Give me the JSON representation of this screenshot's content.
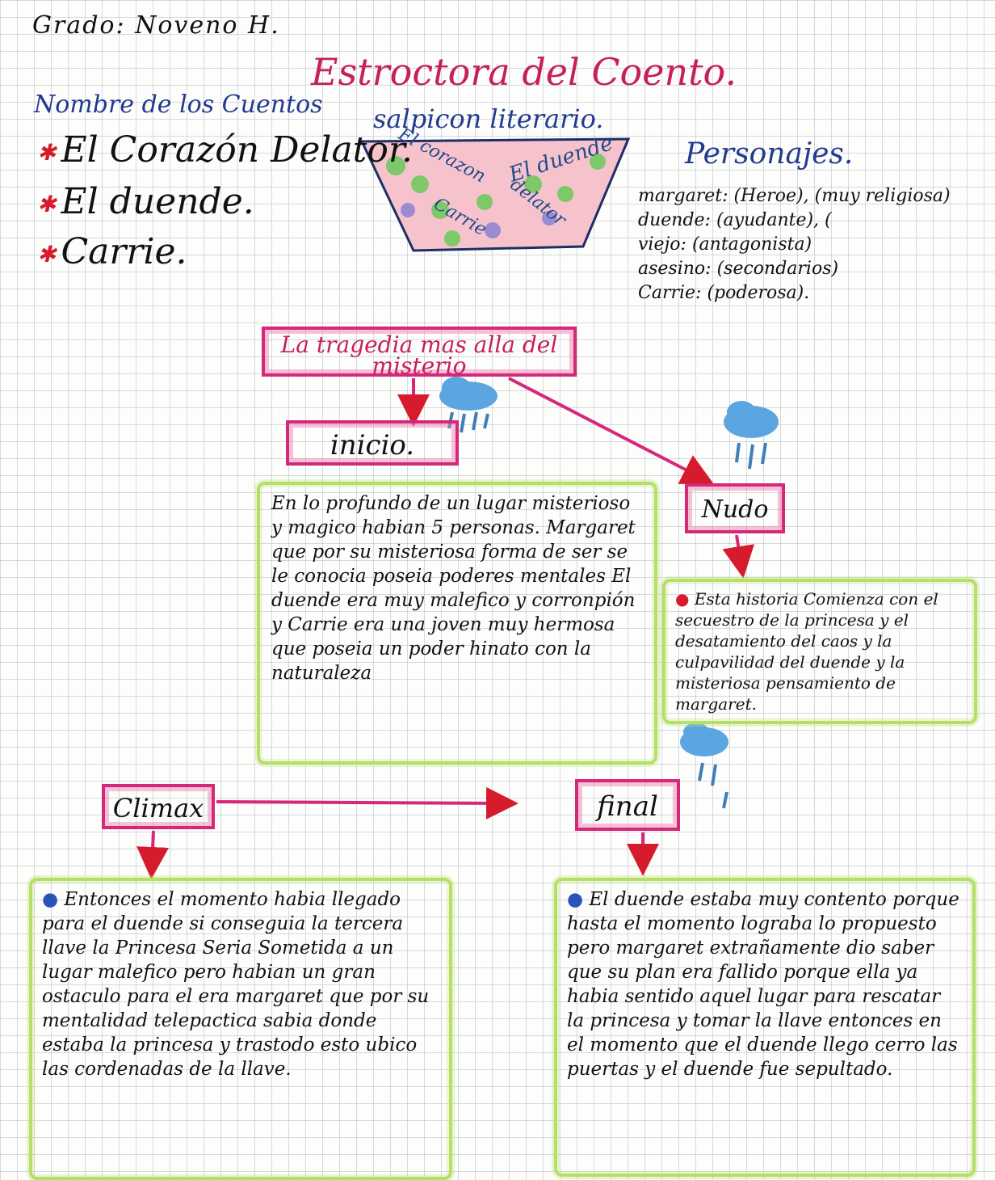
{
  "header": {
    "grade": "Grado: Noveno H.",
    "title": "Estroctora del Coento."
  },
  "stories": {
    "heading": "Nombre de los Cuentos",
    "items": [
      "El Corazón Delator.",
      "El duende.",
      "Carrie."
    ]
  },
  "salpicon": {
    "label": "salpicon literario.",
    "bowl_words": [
      "El corazon",
      "El duende",
      "delator",
      "Carrie"
    ]
  },
  "characters": {
    "heading": "Personajes.",
    "items": [
      "margaret: (Heroe), (muy religiosa)",
      "duende: (ayudante), (",
      "viejo: (antagonista)",
      "asesino: (secondarios)",
      "Carrie: (poderosa)."
    ]
  },
  "central": {
    "title": "La tragedia mas alla del misterio"
  },
  "inicio": {
    "label": "inicio.",
    "text": "En lo profundo de un lugar misterioso y magico habian 5 personas. Margaret que por su misteriosa forma de ser se le conocia poseia poderes mentales El duende era muy malefico y corronpión y Carrie era una joven muy hermosa que poseia un poder hinato con la naturaleza"
  },
  "nudo": {
    "label": "Nudo",
    "text": "Esta historia Comienza con el secuestro de la princesa y el desatamiento del caos y la culpavilidad del duende y la misteriosa pensamiento de margaret."
  },
  "climax": {
    "label": "Climax",
    "text": "Entonces el momento habia llegado para el duende si conseguia la tercera llave la Princesa Seria Sometida a un lugar malefico pero habian un gran ostaculo para el era margaret que por su mentalidad telepactica sabia donde estaba la princesa y trastodo esto ubico las cordenadas de la llave."
  },
  "final": {
    "label": "final",
    "text": "El duende estaba muy contento porque hasta el momento lograba lo propuesto pero margaret extrañamente dio saber que su plan era fallido porque ella ya habia sentido aquel lugar para rescatar la princesa y tomar la llave entonces en el momento que el duende llego cerro las puertas y el duende fue sepultado."
  },
  "colors": {
    "box_border": "#d6287a",
    "note_border": "#b6df6a",
    "arrow": "#d6287a",
    "bowl_fill": "#f4b8c4",
    "cloud": "#5ba6e0",
    "title_ink": "#c61f5c",
    "blue_ink": "#213a8f"
  },
  "icons": [
    "cloud-rain-icon",
    "bullet-star-icon",
    "arrow-icon"
  ]
}
